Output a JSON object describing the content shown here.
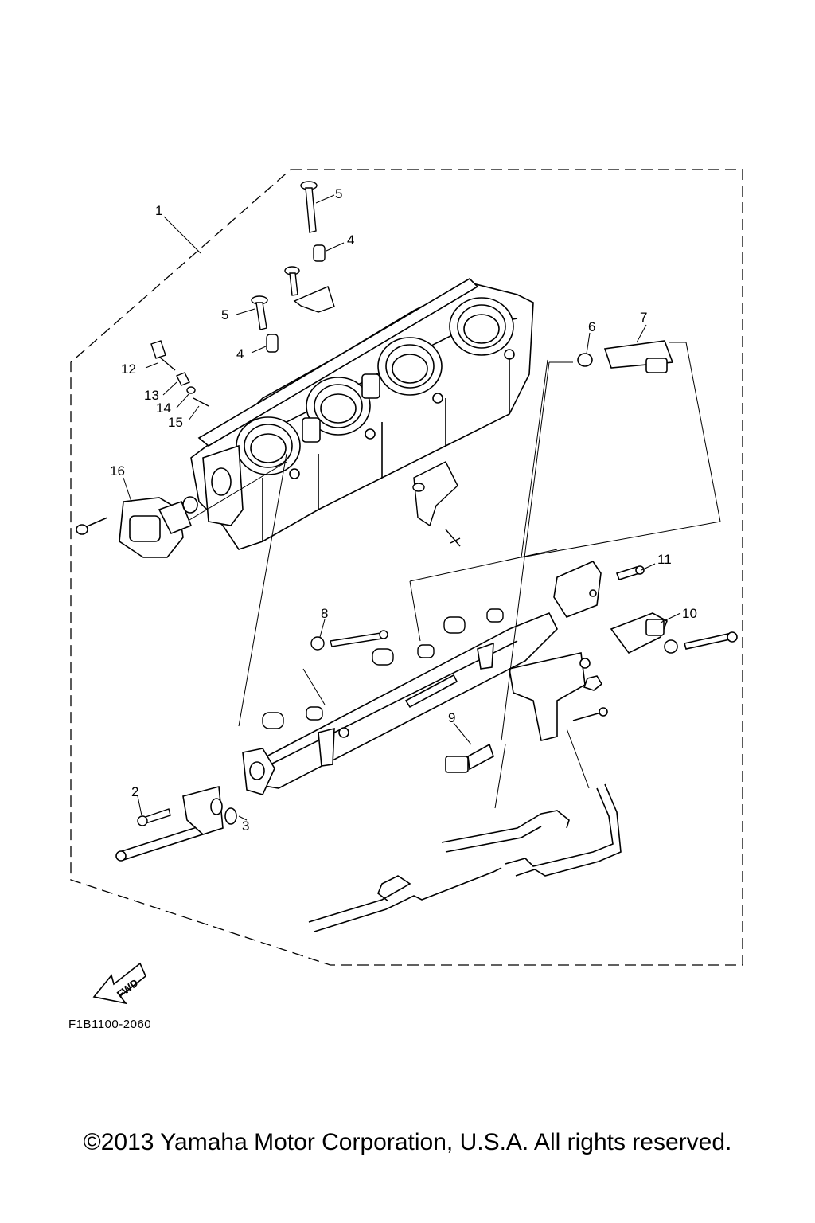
{
  "callouts": {
    "c1": "1",
    "c2": "2",
    "c3": "3",
    "c4a": "4",
    "c4b": "4",
    "c5a": "5",
    "c5b": "5",
    "c6": "6",
    "c7": "7",
    "c8": "8",
    "c9": "9",
    "c10": "10",
    "c11": "11",
    "c12": "12",
    "c13": "13",
    "c14": "14",
    "c15": "15",
    "c16": "16"
  },
  "fwd_label": "FWD",
  "figure_ref": "F1B1100-2060",
  "copyright": "©2013 Yamaha Motor Corporation, U.S.A. All rights reserved."
}
